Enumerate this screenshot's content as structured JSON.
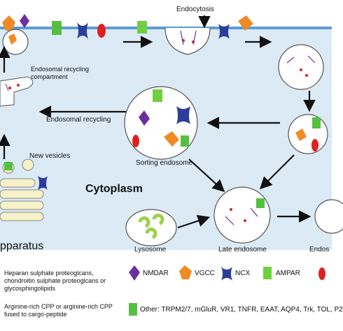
{
  "labels": {
    "endocytosis": "Endocytosis",
    "endosomal_recycling_compartment": "Endosomal recycling compartment",
    "endosomal_recycling": "Endosomal recycling",
    "new_vesicles": "New vesicles",
    "sorting_endosome": "Sorting endosome",
    "cytoplasm": "Cytoplasm",
    "golgi": "pparatus",
    "lysosome": "Lysosome",
    "late_endosome": "Late endosome",
    "endo_cut": "Endos"
  },
  "legend": {
    "hspg": "Heparan sulphate proteoglcans, chondroitin sulphate proteoglcans or glycosphingolipids",
    "cpp": "Arginine-rich CPP or arginine-rich CPP fused to cargo-peptide",
    "nmdar": "NMDAR",
    "vgcc": "VGCC",
    "ncx": "NCX",
    "ampar": "AMPAR",
    "other": "Other: TRPM2/7, mGluR, VR1, TNFR, EAAT, AQP4, Trk, TOL, P2"
  },
  "colors": {
    "cytoplasm": "#dbeaf5",
    "membrane": "#5b9bd5",
    "nmdar": "#6a2fa0",
    "vgcc": "#f08a24",
    "ncx": "#2c3e9c",
    "ampar": "#6fcf3f",
    "cpp": "#e02020",
    "other": "#55c03f",
    "golgi": "#f6f1c8",
    "lysosome": "#9ad14a"
  }
}
